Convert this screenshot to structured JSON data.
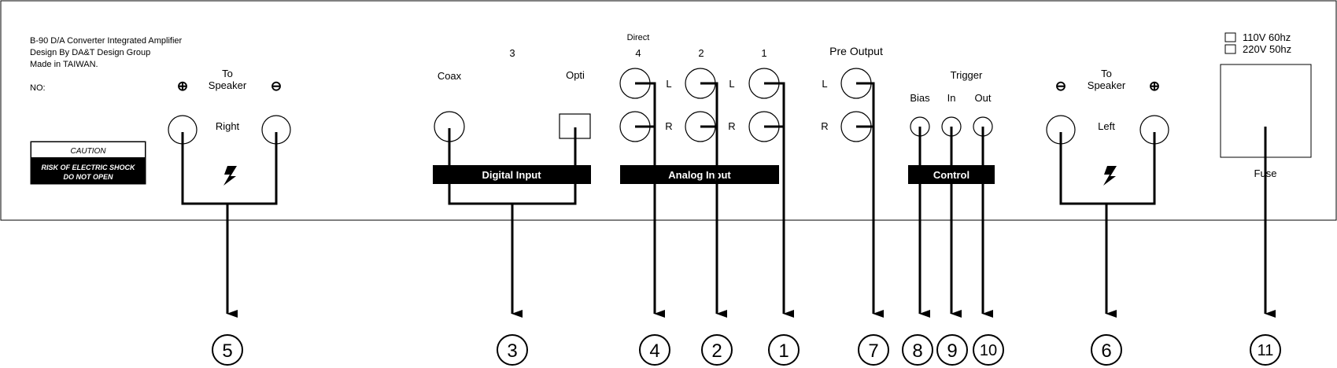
{
  "header": {
    "model_line": "B-90  D/A Converter Integrated Amplifier",
    "design_line": "Design By DA&T Design Group",
    "made_line": "Made in TAIWAN.",
    "no_label": "NO:"
  },
  "caution": {
    "title": "CAUTION",
    "line1": "RISK OF ELECTRIC SHOCK",
    "line2": "DO NOT OPEN"
  },
  "speaker_right": {
    "plus": "⊕",
    "minus": "⊖",
    "to": "To",
    "speaker": "Speaker",
    "side": "Right"
  },
  "speaker_left": {
    "plus": "⊕",
    "minus": "⊖",
    "to": "To",
    "speaker": "Speaker",
    "side": "Left"
  },
  "digital": {
    "number": "3",
    "coax": "Coax",
    "opti": "Opti",
    "bar": "Digital Input"
  },
  "analog": {
    "direct": "Direct",
    "ch4": "4",
    "ch2": "2",
    "ch1": "1",
    "L": "L",
    "R": "R",
    "bar": "Analog  Input"
  },
  "pre_output": {
    "title": "Pre Output",
    "L": "L",
    "R": "R"
  },
  "control": {
    "trigger": "Trigger",
    "bias": "Bias",
    "in": "In",
    "out": "Out",
    "bar": "Control"
  },
  "power": {
    "v110": "110V  60hz",
    "v220": "220V  50hz",
    "fuse": "Fuse"
  },
  "callouts": {
    "c1": "1",
    "c2": "2",
    "c3": "3",
    "c4": "4",
    "c5": "5",
    "c6": "6",
    "c7": "7",
    "c8": "8",
    "c9": "9",
    "c10": "10",
    "c11": "11"
  }
}
